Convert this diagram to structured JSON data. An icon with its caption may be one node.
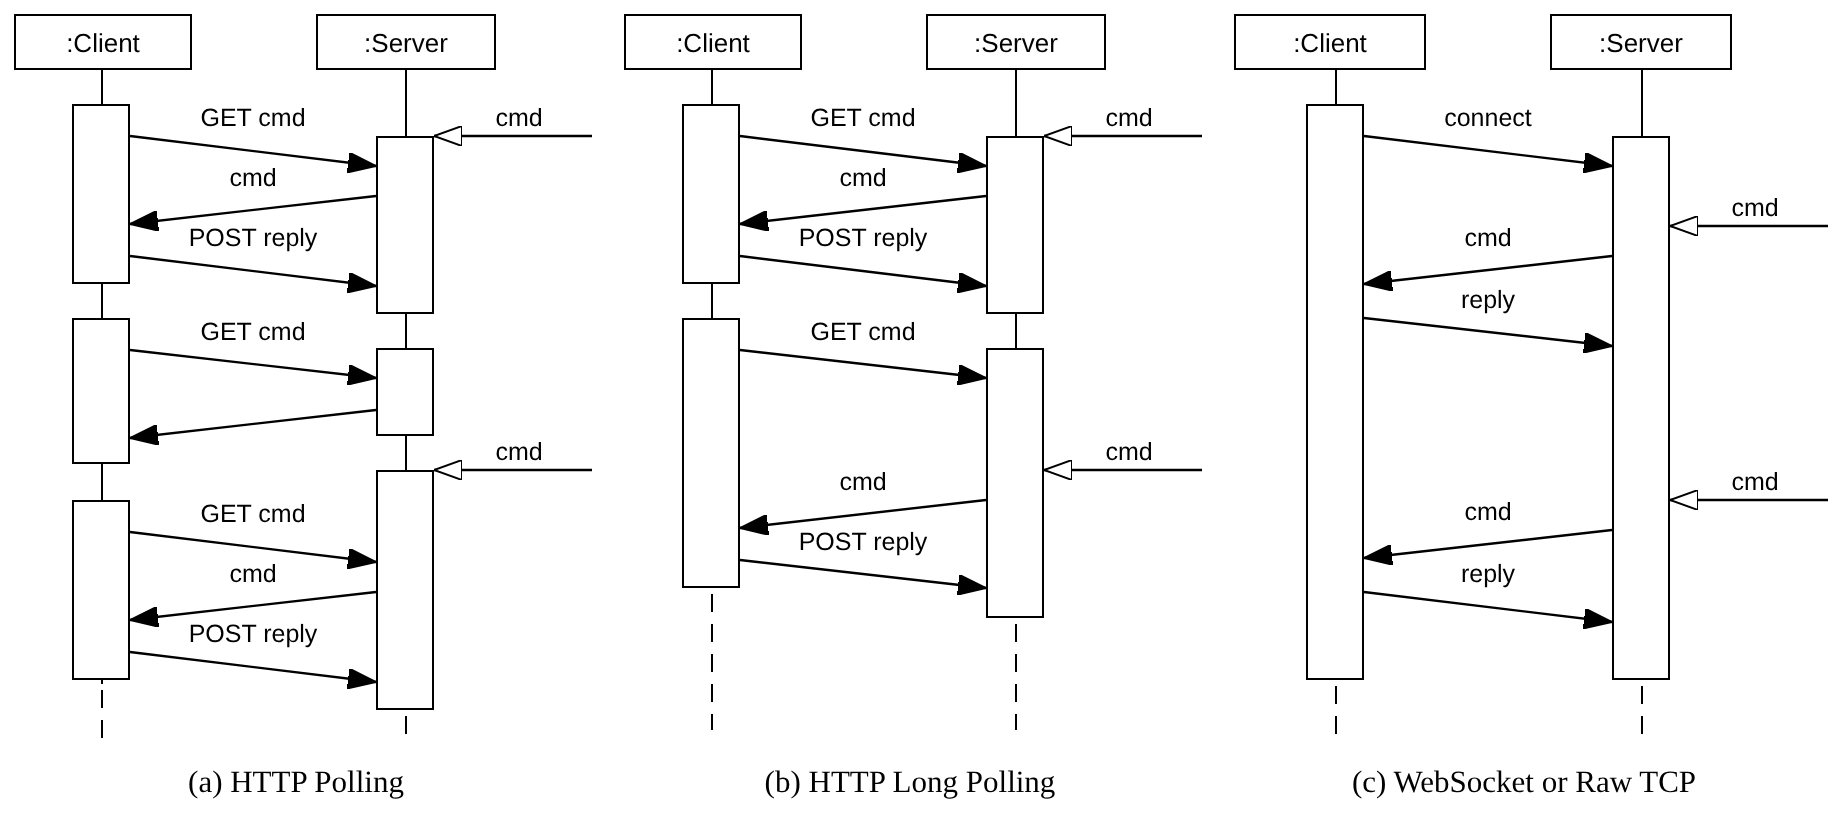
{
  "diagram": {
    "nodes": [
      {
        "text": [
          ":Client"
        ]
      },
      {
        "text": [
          ":Server"
        ]
      },
      {
        "text": [],
        "shape": "bar"
      },
      {
        "text": [],
        "shape": "bar"
      },
      {
        "text": [],
        "shape": "bar"
      },
      {
        "text": [],
        "shape": "bar"
      },
      {
        "text": [],
        "shape": "bar"
      },
      {
        "text": [],
        "shape": "bar"
      },
      {
        "text": [
          ":Client"
        ]
      },
      {
        "text": [
          ":Server"
        ]
      },
      {
        "text": [],
        "shape": "bar"
      },
      {
        "text": [],
        "shape": "bar"
      },
      {
        "text": [],
        "shape": "bar"
      },
      {
        "text": [],
        "shape": "bar"
      },
      {
        "text": [
          ":Client"
        ]
      },
      {
        "text": [
          ":Server"
        ]
      },
      {
        "text": [],
        "shape": "bar"
      },
      {
        "text": [],
        "shape": "bar"
      }
    ],
    "edges": [
      {
        "from": null,
        "to": 5,
        "arrow": "to",
        "label": "cmd"
      },
      {
        "from": 2,
        "to": 5,
        "arrow": "to",
        "label": "GET cmd"
      },
      {
        "from": 5,
        "to": 2,
        "arrow": "to",
        "label": "cmd"
      },
      {
        "from": 2,
        "to": 5,
        "arrow": "to",
        "label": "POST reply"
      },
      {
        "from": 3,
        "to": 6,
        "arrow": "to",
        "label": "GET cmd"
      },
      {
        "from": 6,
        "to": 3,
        "arrow": "to"
      },
      {
        "from": null,
        "to": 7,
        "arrow": "to",
        "label": "cmd"
      },
      {
        "from": 4,
        "to": 7,
        "arrow": "to",
        "label": "GET cmd"
      },
      {
        "from": 7,
        "to": 4,
        "arrow": "to",
        "label": "cmd"
      },
      {
        "from": 4,
        "to": 7,
        "arrow": "to",
        "label": "POST reply"
      },
      {
        "from": null,
        "to": 12,
        "arrow": "to",
        "label": "cmd"
      },
      {
        "from": 10,
        "to": 12,
        "arrow": "to",
        "label": "GET cmd"
      },
      {
        "from": 12,
        "to": 10,
        "arrow": "to",
        "label": "cmd"
      },
      {
        "from": 10,
        "to": 12,
        "arrow": "to",
        "label": "POST reply"
      },
      {
        "from": 11,
        "to": 13,
        "arrow": "to",
        "label": "GET cmd"
      },
      {
        "from": null,
        "to": 13,
        "arrow": "to",
        "label": "cmd"
      },
      {
        "from": 13,
        "to": 11,
        "arrow": "to",
        "label": "cmd"
      },
      {
        "from": 11,
        "to": 13,
        "arrow": "to",
        "label": "POST reply"
      },
      {
        "from": 16,
        "to": 17,
        "arrow": "to",
        "label": "connect"
      },
      {
        "from": null,
        "to": 17,
        "arrow": "to",
        "label": "cmd"
      },
      {
        "from": 17,
        "to": 16,
        "arrow": "to",
        "label": "cmd"
      },
      {
        "from": 16,
        "to": 17,
        "arrow": "to",
        "label": "reply"
      },
      {
        "from": null,
        "to": 17,
        "arrow": "to",
        "label": "cmd"
      },
      {
        "from": 17,
        "to": 16,
        "arrow": "to",
        "label": "cmd"
      },
      {
        "from": 16,
        "to": 17,
        "arrow": "to",
        "label": "reply"
      }
    ],
    "labels": [
      "(a) HTTP Polling",
      "(b) HTTP Long Polling",
      "(c) WebSocket or Raw TCP"
    ]
  }
}
